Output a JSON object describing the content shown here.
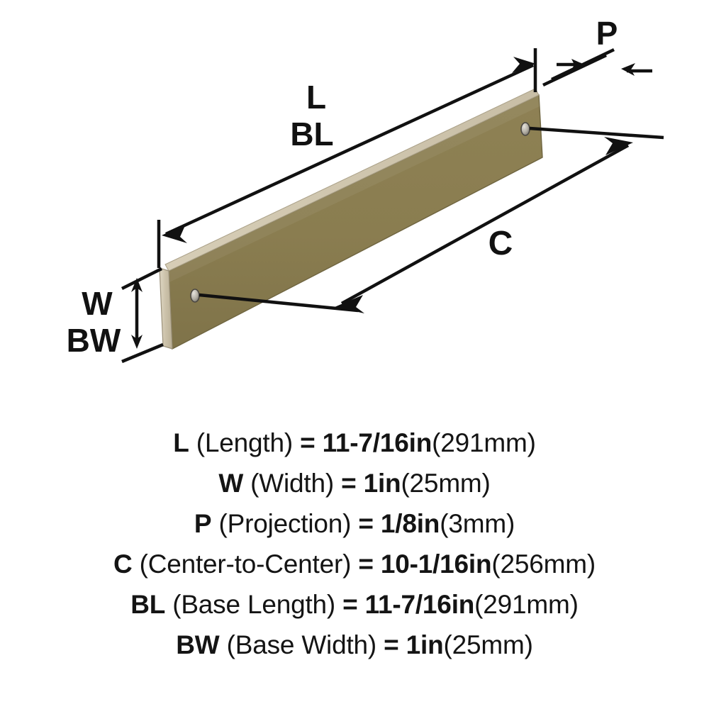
{
  "diagram": {
    "title": "Cabinet bar pull dimension diagram",
    "product_shape": "flat rectangular bar pull, isometric view",
    "colors": {
      "bar_face": "#8a7d50",
      "bar_top_edge": "#cfc5ad",
      "bar_end_cap": "#cdc3ab",
      "bar_outline": "#6f6540",
      "screw": "#b9b5ac",
      "dimension_line": "#111111",
      "background": "#ffffff"
    },
    "callouts": [
      {
        "id": "L",
        "label": "L",
        "position": "top-left-of-bar"
      },
      {
        "id": "BL",
        "label": "BL",
        "position": "top-left-of-bar-second-row"
      },
      {
        "id": "P",
        "label": "P",
        "position": "top-right"
      },
      {
        "id": "C",
        "label": "C",
        "position": "below-bar-center-right"
      },
      {
        "id": "W",
        "label": "W",
        "position": "left-of-bar-end"
      },
      {
        "id": "BW",
        "label": "BW",
        "position": "left-of-bar-end-second-row"
      }
    ]
  },
  "legend": {
    "lines": [
      {
        "code": "L",
        "name": "(Length)",
        "eq": "=",
        "value": "11-7/16in",
        "metric": "(291mm)"
      },
      {
        "code": "W",
        "name": "(Width)",
        "eq": "=",
        "value": "1in",
        "metric": "(25mm)"
      },
      {
        "code": "P",
        "name": "(Projection)",
        "eq": "=",
        "value": "1/8in",
        "metric": "(3mm)"
      },
      {
        "code": "C",
        "name": "(Center-to-Center)",
        "eq": "=",
        "value": "10-1/16in",
        "metric": "(256mm)"
      },
      {
        "code": "BL",
        "name": "(Base Length)",
        "eq": "=",
        "value": "11-7/16in",
        "metric": "(291mm)"
      },
      {
        "code": "BW",
        "name": "(Base Width)",
        "eq": "=",
        "value": "1in",
        "metric": "(25mm)"
      }
    ]
  }
}
